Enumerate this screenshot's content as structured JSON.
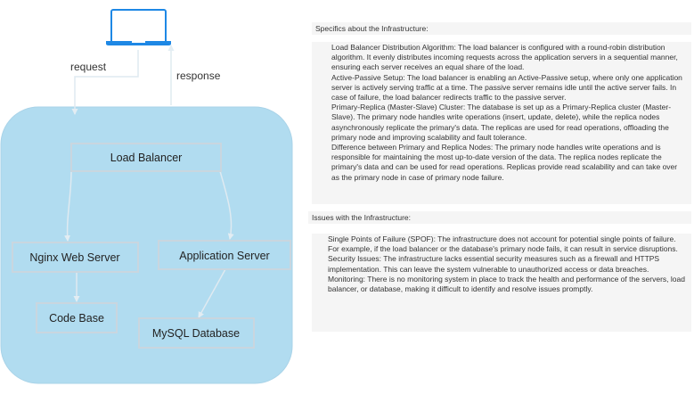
{
  "diagram": {
    "labels": {
      "request": "request",
      "response": "response",
      "load_balancer": "Load Balancer",
      "nginx": "Nginx Web Server",
      "app_server": "Application Server",
      "code_base": "Code Base",
      "mysql": "MySQL Database"
    },
    "colors": {
      "container_fill": "#b1dcf0",
      "node_border": "#c9d6df",
      "arrow": "#dfeaf1",
      "laptop": "#1e88e5"
    },
    "icons": [
      "laptop-icon"
    ]
  },
  "specifics": {
    "heading": "Specifics about the Infrastructure:",
    "paragraphs": [
      "Load Balancer Distribution Algorithm: The load balancer is configured with a round-robin distribution algorithm. It evenly distributes incoming requests across the application servers in a sequential manner, ensuring each server receives an equal share of the load.",
      "Active-Passive Setup: The load balancer is enabling an Active-Passive setup, where only one application server is actively serving traffic at a time. The passive server remains idle until the active server fails. In case of failure, the load balancer redirects traffic to the passive server.",
      "Primary-Replica (Master-Slave) Cluster: The database is set up as a Primary-Replica cluster (Master-Slave). The primary node handles write operations (insert, update, delete), while the replica nodes asynchronously replicate the primary's data. The replicas are used for read operations, offloading the primary node and improving scalability and fault tolerance.",
      "Difference between Primary and Replica Nodes: The primary node handles write operations and is responsible for maintaining the most up-to-date version of the data. The replica nodes replicate the primary's data and can be used for read operations. Replicas provide read scalability and can take over as the primary node in case of primary node failure."
    ]
  },
  "issues": {
    "heading": "Issues with the Infrastructure:",
    "paragraphs": [
      "Single Points of Failure (SPOF): The infrastructure does not account for potential single points of failure. For example, if the load balancer or the database's primary node fails, it can result in service disruptions.",
      "Security Issues: The infrastructure lacks essential security measures such as a firewall and HTTPS implementation. This can leave the system vulnerable to unauthorized access or data breaches.",
      "Monitoring: There is no monitoring system in place to track the health and performance of the servers, load balancer, or database, making it difficult to identify and resolve issues promptly."
    ]
  }
}
